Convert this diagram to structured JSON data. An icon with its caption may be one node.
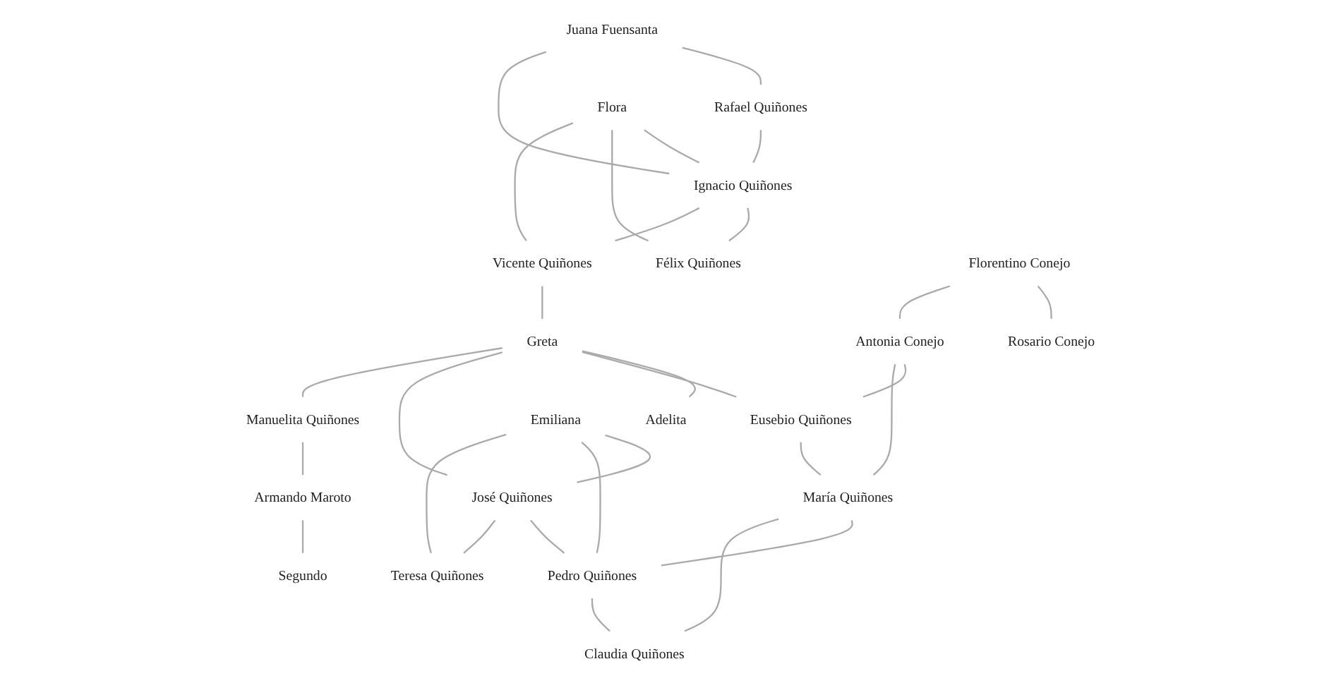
{
  "diagram": {
    "nodes": [
      {
        "text": [
          "Juana Fuensanta"
        ]
      },
      {
        "text": [
          "Rafael Quiñones"
        ]
      },
      {
        "text": [
          "Flora"
        ]
      },
      {
        "text": [
          "Ignacio Quiñones"
        ]
      },
      {
        "text": [
          "Félix Quiñones"
        ]
      },
      {
        "text": [
          "Vicente Quiñones"
        ]
      },
      {
        "text": [
          "Greta"
        ]
      },
      {
        "text": [
          "Adelita"
        ]
      },
      {
        "text": [
          "Florentino Conejo"
        ]
      },
      {
        "text": [
          "Rosario Conejo"
        ]
      },
      {
        "text": [
          "Antonia Conejo"
        ]
      },
      {
        "text": [
          "Eusebio Quiñones"
        ]
      },
      {
        "text": [
          "Emiliana"
        ]
      },
      {
        "text": [
          "José Quiñones"
        ]
      },
      {
        "text": [
          "Manuelita Quiñones"
        ]
      },
      {
        "text": [
          "Armando Maroto"
        ]
      },
      {
        "text": [
          "María Quiñones"
        ]
      },
      {
        "text": [
          "Pedro Quiñones"
        ]
      },
      {
        "text": [
          "Teresa Quiñones"
        ]
      },
      {
        "text": [
          "Segundo"
        ]
      },
      {
        "text": [
          "Claudia Quiñones"
        ]
      }
    ],
    "edges": [
      {
        "from": 0,
        "to": 1,
        "arrow": "none"
      },
      {
        "from": 0,
        "to": 3,
        "arrow": "none"
      },
      {
        "from": 1,
        "to": 3,
        "arrow": "none"
      },
      {
        "from": 2,
        "to": 3,
        "arrow": "none"
      },
      {
        "from": 2,
        "to": 4,
        "arrow": "none"
      },
      {
        "from": 3,
        "to": 4,
        "arrow": "none"
      },
      {
        "from": 2,
        "to": 5,
        "arrow": "none"
      },
      {
        "from": 3,
        "to": 5,
        "arrow": "none"
      },
      {
        "from": 5,
        "to": 6,
        "arrow": "none"
      },
      {
        "from": 6,
        "to": 7,
        "arrow": "none"
      },
      {
        "from": 6,
        "to": 11,
        "arrow": "none"
      },
      {
        "from": 6,
        "to": 13,
        "arrow": "none"
      },
      {
        "from": 6,
        "to": 14,
        "arrow": "none"
      },
      {
        "from": 8,
        "to": 9,
        "arrow": "none"
      },
      {
        "from": 8,
        "to": 10,
        "arrow": "none"
      },
      {
        "from": 10,
        "to": 11,
        "arrow": "none"
      },
      {
        "from": 10,
        "to": 16,
        "arrow": "none"
      },
      {
        "from": 11,
        "to": 16,
        "arrow": "none"
      },
      {
        "from": 12,
        "to": 13,
        "arrow": "none"
      },
      {
        "from": 12,
        "to": 17,
        "arrow": "none"
      },
      {
        "from": 13,
        "to": 17,
        "arrow": "none"
      },
      {
        "from": 12,
        "to": 18,
        "arrow": "none"
      },
      {
        "from": 13,
        "to": 18,
        "arrow": "none"
      },
      {
        "from": 14,
        "to": 15,
        "arrow": "none"
      },
      {
        "from": 15,
        "to": 19,
        "arrow": "none"
      },
      {
        "from": 16,
        "to": 17,
        "arrow": "none"
      },
      {
        "from": 16,
        "to": 20,
        "arrow": "none"
      },
      {
        "from": 17,
        "to": 20,
        "arrow": "none"
      }
    ]
  }
}
